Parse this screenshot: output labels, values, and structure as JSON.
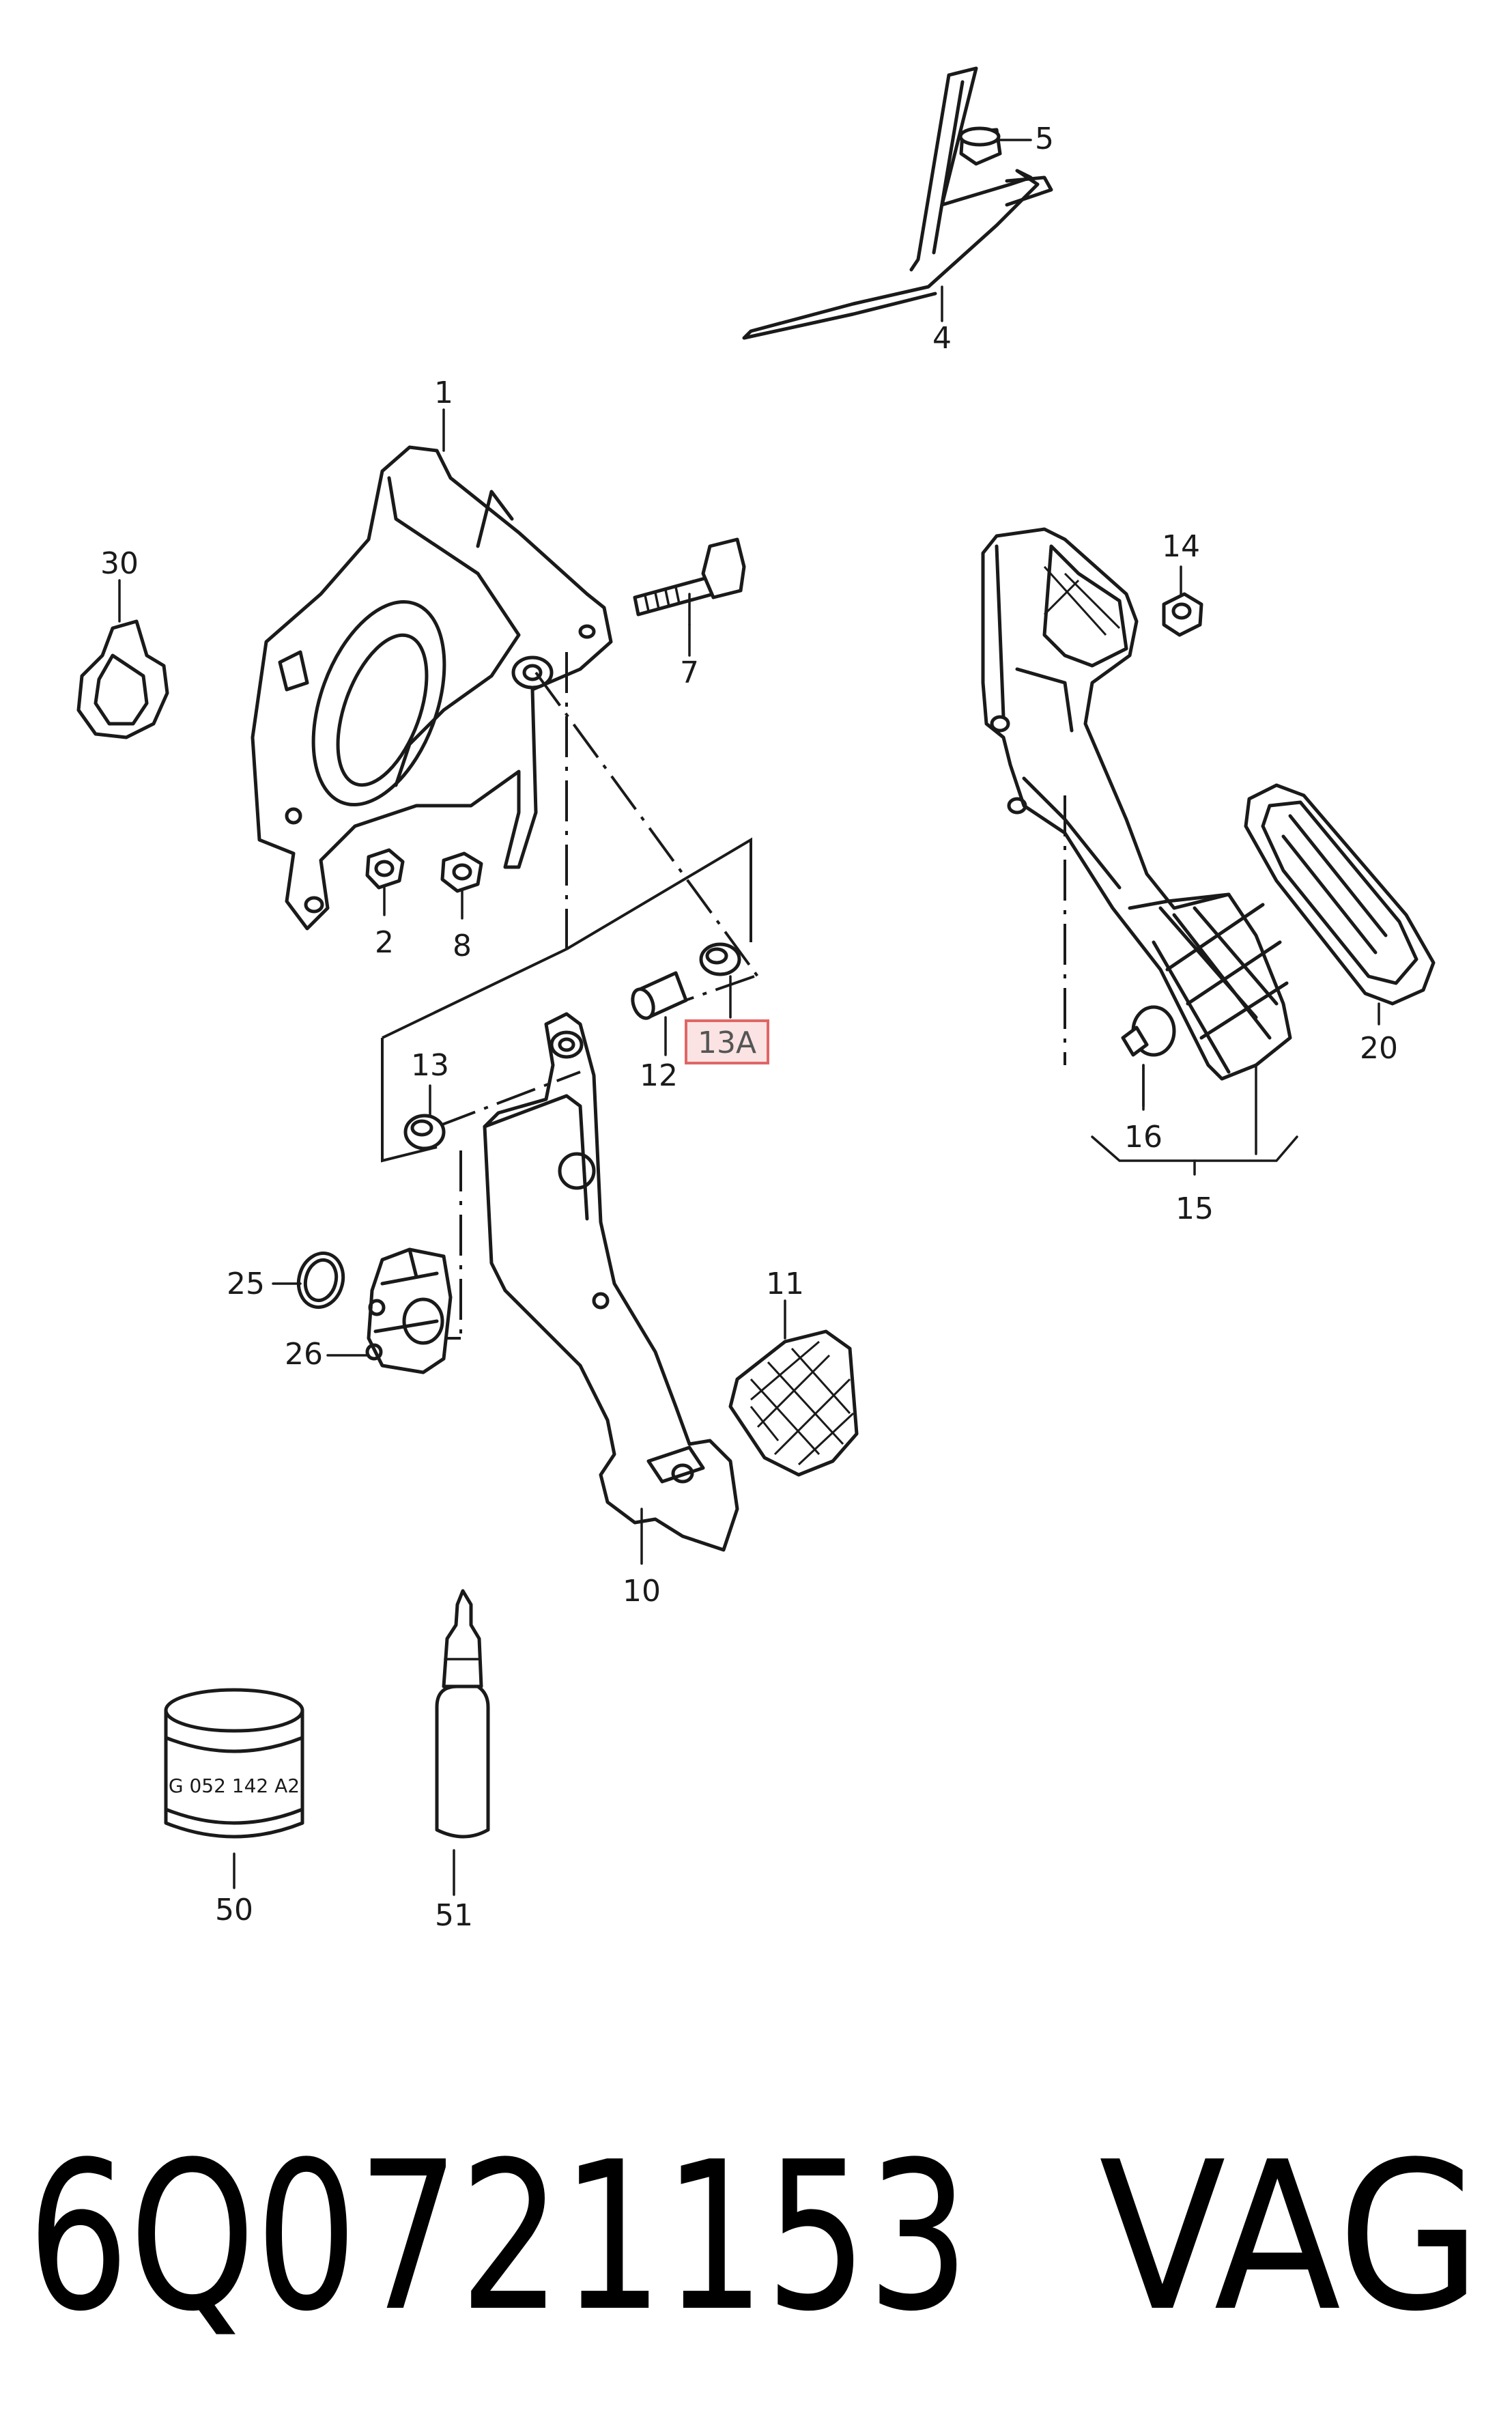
{
  "callouts": [
    {
      "id": "c1",
      "label": "1"
    },
    {
      "id": "c2",
      "label": "2"
    },
    {
      "id": "c4",
      "label": "4"
    },
    {
      "id": "c5",
      "label": "5"
    },
    {
      "id": "c7",
      "label": "7"
    },
    {
      "id": "c8",
      "label": "8"
    },
    {
      "id": "c10",
      "label": "10"
    },
    {
      "id": "c11",
      "label": "11"
    },
    {
      "id": "c12",
      "label": "12"
    },
    {
      "id": "c13",
      "label": "13"
    },
    {
      "id": "c13a",
      "label": "13A"
    },
    {
      "id": "c14",
      "label": "14"
    },
    {
      "id": "c15",
      "label": "15"
    },
    {
      "id": "c16",
      "label": "16"
    },
    {
      "id": "c20",
      "label": "20"
    },
    {
      "id": "c25",
      "label": "25"
    },
    {
      "id": "c26",
      "label": "26"
    },
    {
      "id": "c30",
      "label": "30"
    },
    {
      "id": "c50",
      "label": "50"
    },
    {
      "id": "c51",
      "label": "51"
    }
  ],
  "highlight": {
    "label": "13A",
    "color": "#e06666"
  },
  "container_label": "G 052 142 A2",
  "footer": {
    "part_number": "6Q0721153",
    "maker": "VAG"
  }
}
